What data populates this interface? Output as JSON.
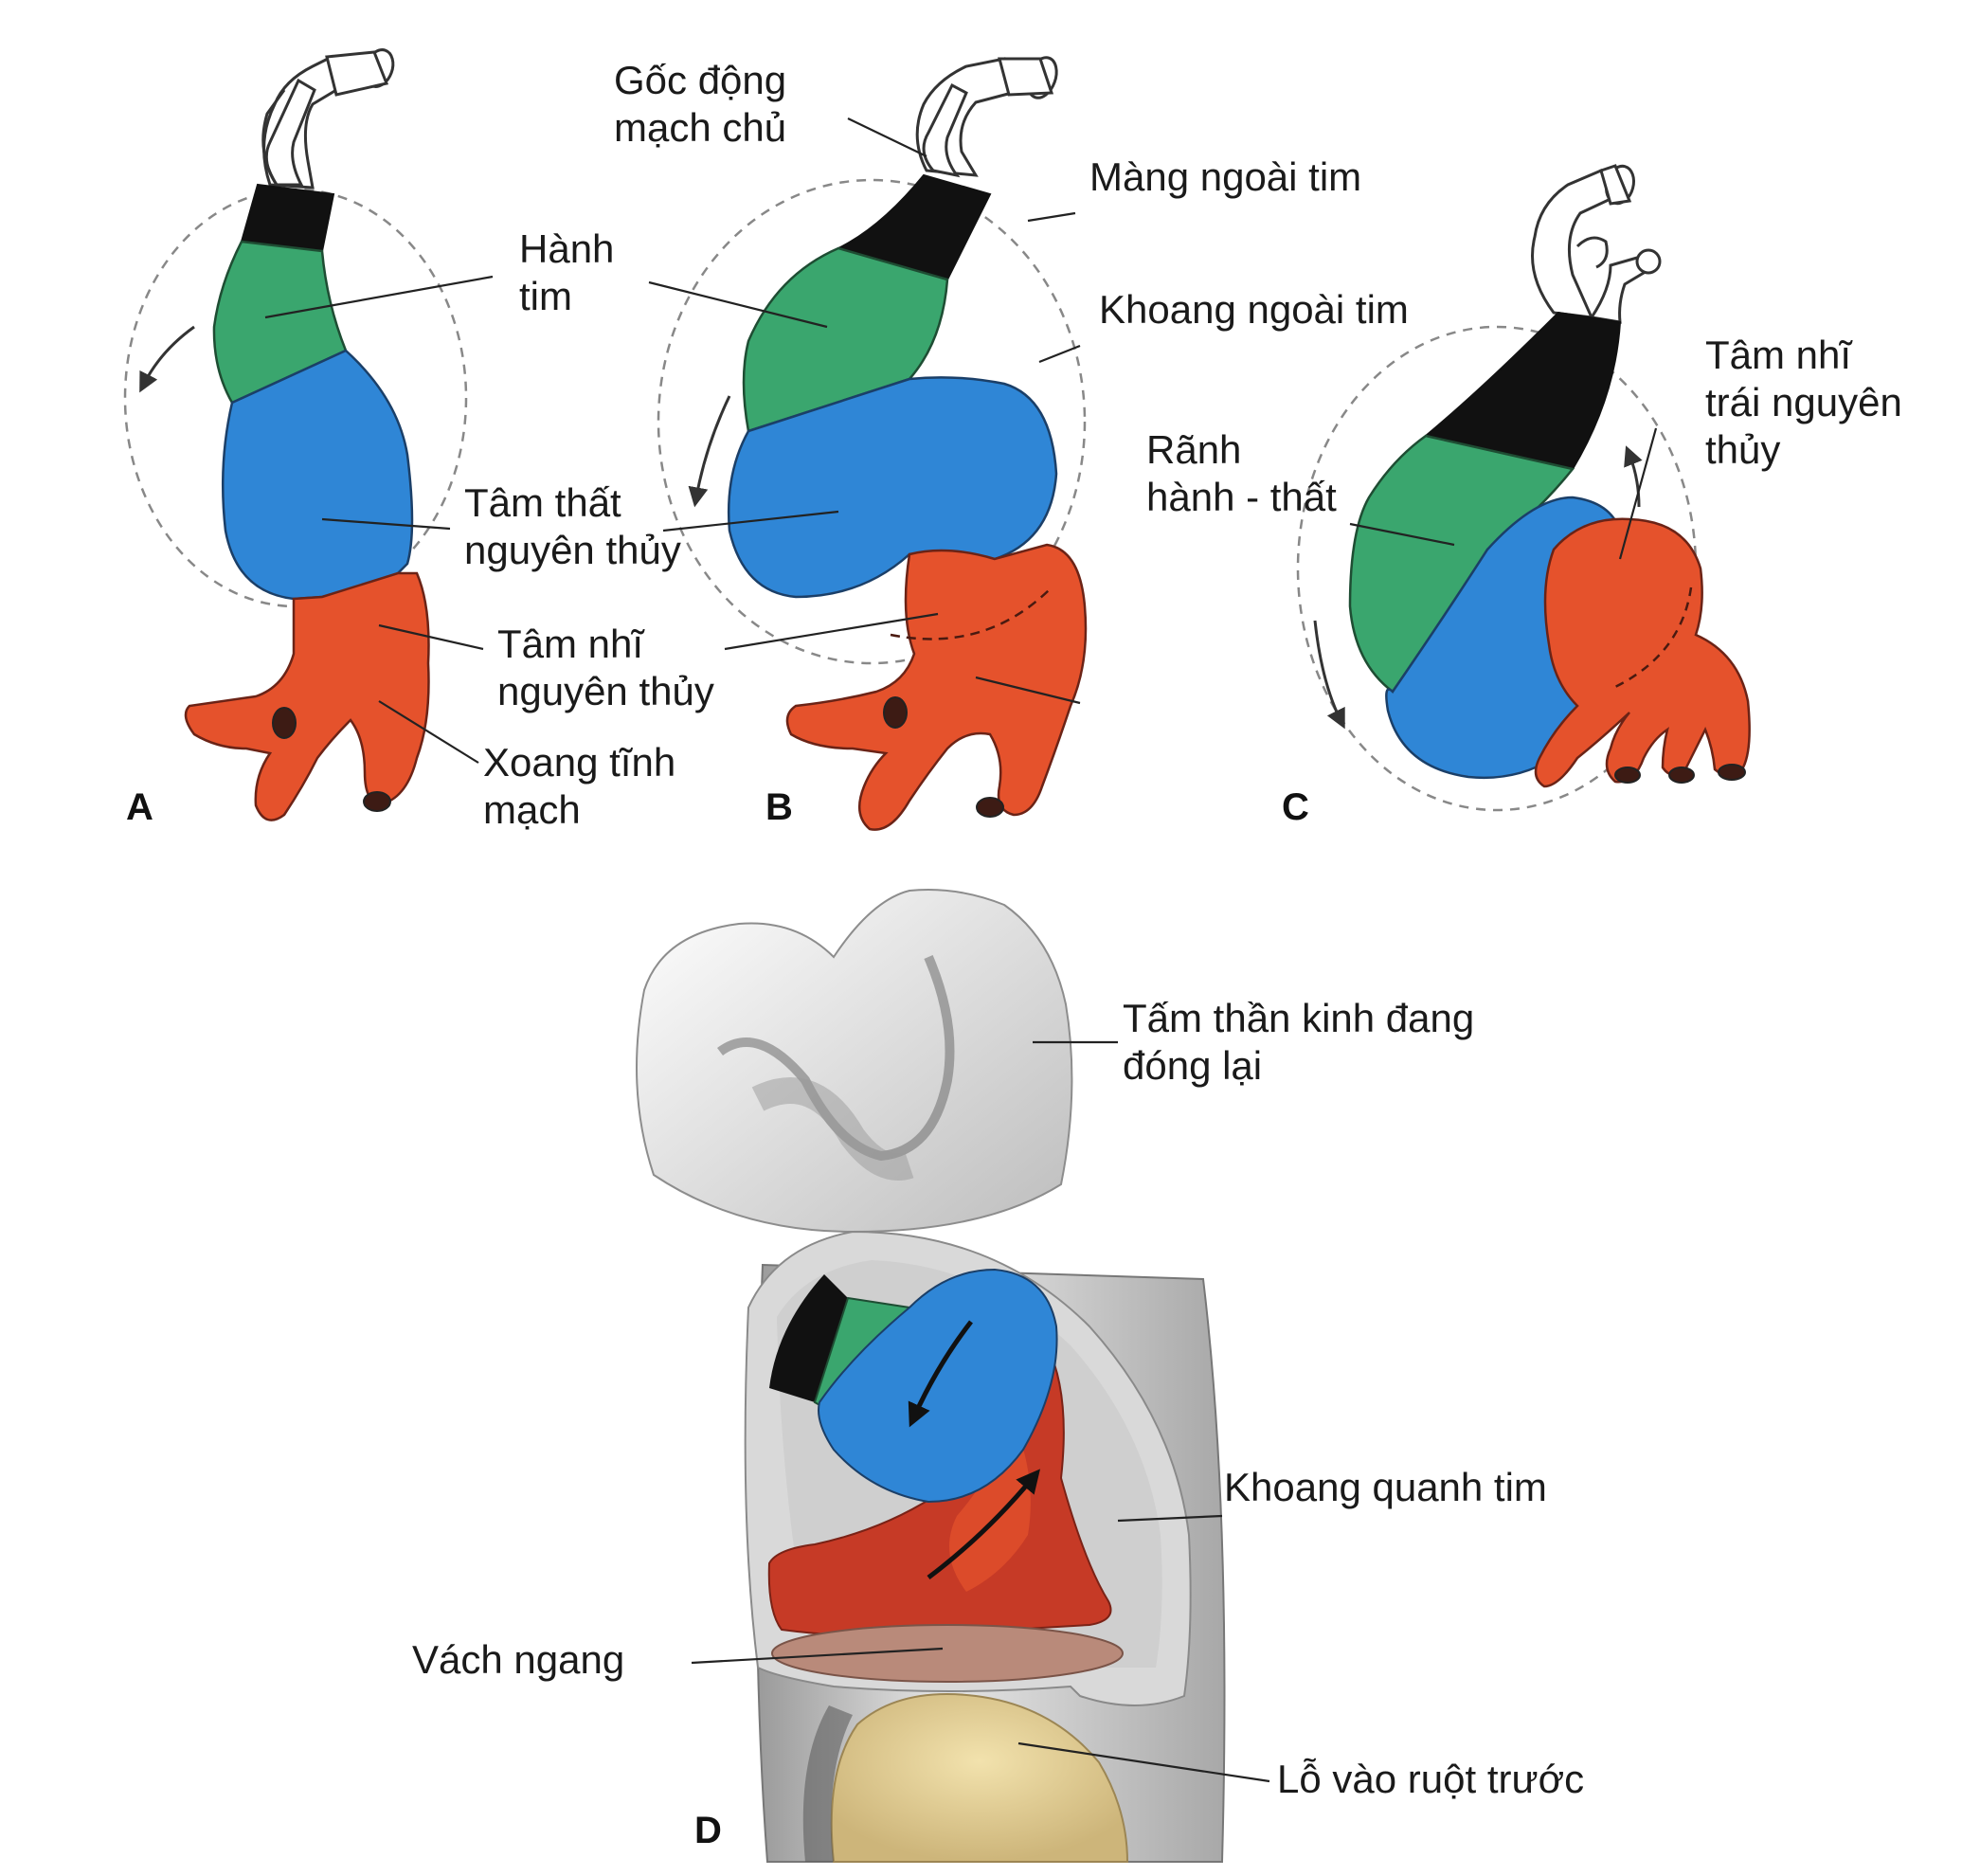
{
  "panels": {
    "a": "A",
    "b": "B",
    "c": "C",
    "d": "D"
  },
  "labels": {
    "goc_dong_mach_chu": [
      "Gốc động",
      "mạch chủ"
    ],
    "mang_ngoai_tim": "Màng ngoài tim",
    "hanh_tim": [
      "Hành",
      "tim"
    ],
    "khoang_ngoai_tim": "Khoang ngoài tim",
    "tam_nhi_trai": [
      "Tâm nhĩ",
      "trái nguyên",
      "thủy"
    ],
    "ranh_hanh_that": [
      "Rãnh",
      "hành - thất"
    ],
    "tam_that": [
      "Tâm thất",
      "nguyên thủy"
    ],
    "tam_nhi": [
      "Tâm nhĩ",
      "nguyên thủy"
    ],
    "xoang_tinh_mach": [
      "Xoang tĩnh",
      "mạch"
    ],
    "tam_than_kinh": [
      "Tấm thần kinh đang",
      "đóng lại"
    ],
    "khoang_quanh_tim": "Khoang quanh tim",
    "vach_ngang": "Vách ngang",
    "lo_vao_ruot_truoc": "Lỗ vào ruột trước"
  },
  "colors": {
    "outflow_black": "#111111",
    "bulbus_green": "#3aa66e",
    "ventricle_blue": "#2f86d6",
    "atrium_red": "#e5522c",
    "atrium_dark_red": "#c63a26",
    "septum_brown": "#b98a7a",
    "foregut_yellow": "#e8d49a",
    "neural_grey": "#d4d4d4"
  }
}
